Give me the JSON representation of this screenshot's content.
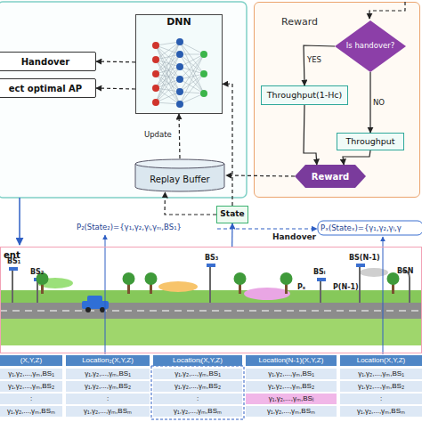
{
  "diagram": {
    "nodes": [
      {
        "text": [
          "Handover"
        ]
      },
      {
        "text": [
          "ect optimal AP"
        ]
      },
      {
        "text": [
          "DNN"
        ]
      },
      {
        "text": [
          "Replay Buffer"
        ]
      },
      {
        "text": [
          "Reward"
        ]
      },
      {
        "text": [
          "Is handover?"
        ],
        "in": 4
      },
      {
        "text": [
          "Throughput(1-Hc)"
        ],
        "in": 4
      },
      {
        "text": [
          "Throughput"
        ],
        "in": 4
      },
      {
        "text": [
          "Reward"
        ],
        "in": 4
      },
      {
        "text": [
          "State"
        ]
      },
      {
        "text": [
          "ent"
        ]
      }
    ],
    "edges": [
      {
        "from": 2,
        "to": 0,
        "arrow": "to"
      },
      {
        "from": 2,
        "to": 1,
        "arrow": "to"
      },
      {
        "from": 3,
        "to": 2,
        "arrow": "to",
        "label": "Update"
      },
      {
        "from": 9,
        "to": 2,
        "arrow": "to"
      },
      {
        "from": 9,
        "to": 3,
        "arrow": "to"
      },
      {
        "from": 8,
        "to": 3,
        "arrow": "to"
      },
      {
        "from": 5,
        "to": 6,
        "arrow": "to",
        "label": "YES"
      },
      {
        "from": 5,
        "to": 7,
        "arrow": "to",
        "label": "NO"
      },
      {
        "from": 6,
        "to": 8,
        "arrow": "to"
      },
      {
        "from": 7,
        "to": 8,
        "arrow": "to"
      },
      {
        "from": 10,
        "to": 9,
        "arrow": "to"
      }
    ],
    "labels": [
      "P₂(State₂)={γ₁,γ₂,γₗ,γₘ,BS₁}",
      "Handover",
      "Pₓ(Stateₓ)={γ₁,γ₂,γₗ,γ",
      "BS₁",
      "BS₂",
      "BS₃",
      "Pₓ",
      "BSᵢ",
      "P(N-1)",
      "BS(N-1)",
      "BSN",
      "(X,Y,Z)",
      "Location₂(X,Y,Z)",
      "Locationᵢ(X,Y,Z)",
      "Location(N-1)(X,Y,Z)",
      "Location(X,Y,Z)",
      "γ₁,γ₂,...,γₘ,BS₁",
      "γ₁,γ₂,...,γₘ,BS₁",
      "γ₁,γ₂,...,γₘ,BS₁",
      "γ₁,γ₂,...,γₘ,BS₁",
      "γ₁,γ₂,...,γₘ,BS₁",
      "γ₁,γ₂,...,γₘ,BS₂",
      "γ₁,γ₂,...,γₘ,BS₂",
      "γ₁,γ₂,...,γₘ,BS₂",
      "γ₁,γ₂,...,γₘ,BS₂",
      "γ₁,γ₂,...,γₘ,BS₂",
      ":",
      ":",
      ":",
      "γ₁,γ₂,...,γₘ,BSᵢ",
      ":",
      "γ₁,γ₂,...,γₘ,BSₘ",
      "γ₁,γ₂,...,γₘ,BSₘ",
      "γ₁,γ₂,...,γₘ,BSₘ",
      "γ₁,γ₂,...,γₘ,BSₘ",
      "γ₁,γ₂,...,γₘ,BSₘ"
    ]
  }
}
